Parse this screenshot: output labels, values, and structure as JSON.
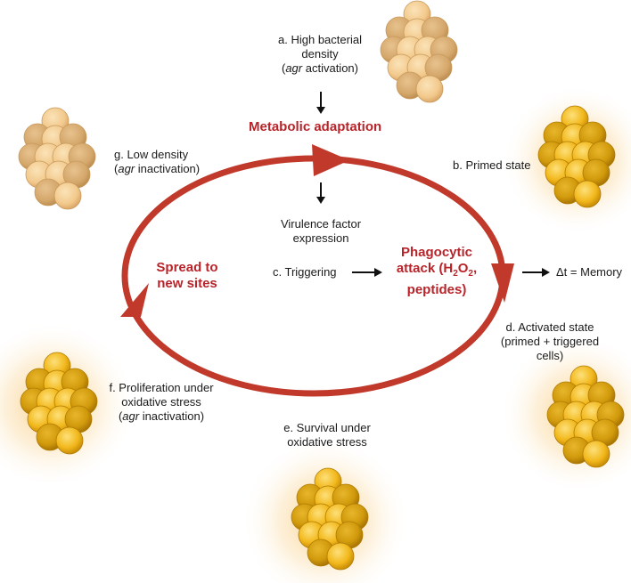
{
  "stages": {
    "a": {
      "prefix": "a. High bacterial",
      "line2": "density",
      "gene": "agr",
      "suffix": " activation)"
    },
    "b": {
      "text": "b. Primed state"
    },
    "c": {
      "text": "c. Triggering"
    },
    "d": {
      "line1": "d. Activated state",
      "line2": "(primed + triggered",
      "line3": "cells)"
    },
    "e": {
      "line1": "e. Survival under",
      "line2": "oxidative stress"
    },
    "f": {
      "line1": "f. Proliferation under",
      "line2": "oxidative stress",
      "gene": "agr",
      "suffix": " inactivation)"
    },
    "g": {
      "line1": "g. Low density",
      "gene": "agr",
      "suffix": " inactivation)"
    }
  },
  "cycle": {
    "metabolic": "Metabolic adaptation",
    "phagocytic_line1": "Phagocytic",
    "phagocytic_line2_pre": "attack (H",
    "sub2": "2",
    "phagocytic_o": "O",
    "phagocytic_line2_post": ",",
    "phagocytic_line3": "peptides)",
    "spread_line1": "Spread to",
    "spread_line2": "new sites"
  },
  "virulence": {
    "line1": "Virulence factor",
    "line2": "expression"
  },
  "memory": "Δt = Memory",
  "colors": {
    "cycle_red": "#c0392b",
    "text_red": "#b8242a",
    "pale_cell": "#f3c98a",
    "gold_cell": "#e8ac16",
    "glow": "#f5a623"
  }
}
